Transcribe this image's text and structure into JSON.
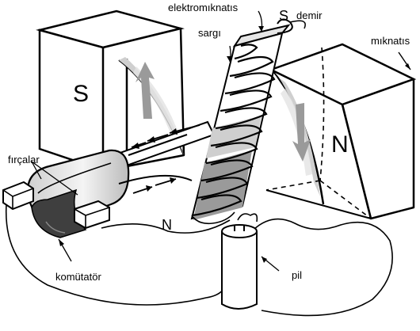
{
  "labels": {
    "elektromiknatis": "elektromıknatıs",
    "demir": "demir",
    "miknatis": "mıknatıs",
    "sargi": "sargı",
    "fircalar": "fırçalar",
    "komutator": "komütatör",
    "pil": "pil",
    "pole_s_magnet": "S",
    "pole_n_magnet": "N",
    "pole_s_electromagnet": "S",
    "pole_n_electromagnet": "N"
  },
  "colors": {
    "ink": "#000000",
    "gray": "#9a9a9a",
    "light_gray": "#d4d4d4",
    "dark_gray": "#4a4a4a"
  }
}
